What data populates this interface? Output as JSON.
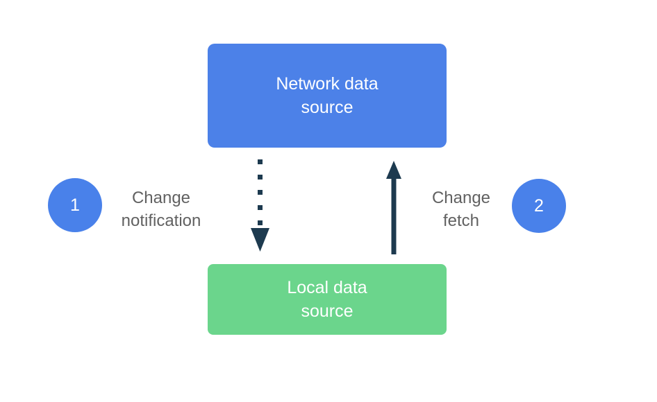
{
  "colors": {
    "network_box": "#4C81E8",
    "local_box": "#6BD58C",
    "badge": "#4981EA",
    "arrow": "#1D3A4F",
    "label_text": "#616161",
    "box_text": "#FFFFFF",
    "background": "#FFFFFF"
  },
  "network_box": {
    "label": "Network data source"
  },
  "local_box": {
    "label": "Local data source"
  },
  "steps": [
    {
      "number": "1",
      "label": "Change notification",
      "arrow_style": "dotted",
      "arrow_direction": "down"
    },
    {
      "number": "2",
      "label": "Change fetch",
      "arrow_style": "solid",
      "arrow_direction": "up"
    }
  ]
}
